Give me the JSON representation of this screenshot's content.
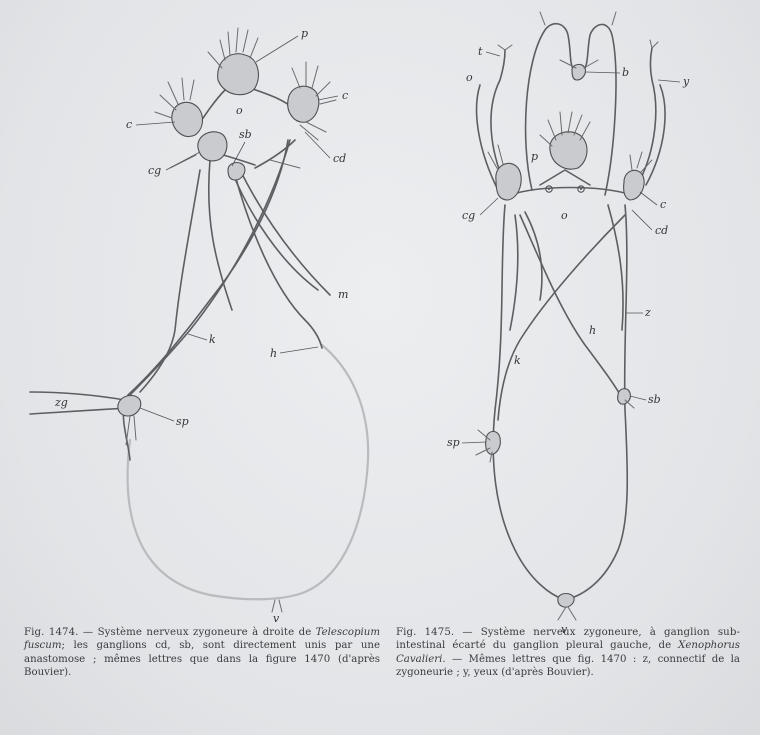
{
  "figure_left": {
    "labels": {
      "p": "p",
      "o": "o",
      "c_left": "c",
      "c_right": "c",
      "sb": "sb",
      "cg": "cg",
      "cd": "cd",
      "m": "m",
      "k": "k",
      "h": "h",
      "zg": "zg",
      "sp": "sp",
      "v": "v"
    },
    "caption": {
      "lead": "Fig. 1474. — Système nerveux zygoneure à droite de",
      "species": "Telescopium fuscum",
      "rest": "; les ganglions cd, sb, sont directement unis par une anastomose ; mêmes lettres que dans la figure 1470 (d'après Bouvier)."
    }
  },
  "figure_right": {
    "labels": {
      "t": "t",
      "o_eye": "o",
      "b": "b",
      "y": "y",
      "p": "p",
      "o": "o",
      "cg": "cg",
      "c": "c",
      "cd": "cd",
      "z": "z",
      "h": "h",
      "k": "k",
      "sb": "sb",
      "sp": "sp",
      "v": "v"
    },
    "caption": {
      "lead": "Fig. 1475. — Système nerveux zygoneure, à ganglion sub-intestinal écarté du ganglion pleural gauche, de",
      "species": "Xenophorus Cavalieri",
      "rest": ". — Mêmes lettres que fig. 1470 : z, connectif de la zygoneurie ; y, yeux (d'après Bouvier)."
    }
  }
}
